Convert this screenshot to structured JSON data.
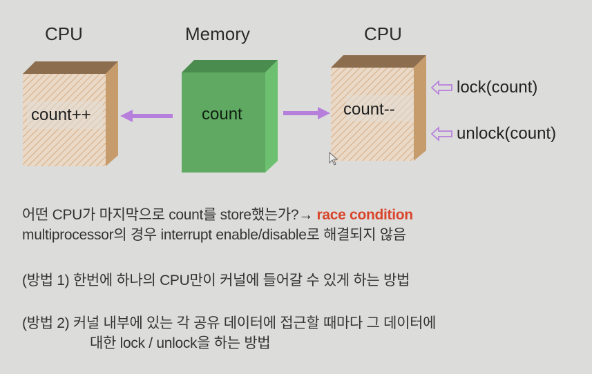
{
  "diagram": {
    "left_cpu": {
      "title": "CPU",
      "label": "count++"
    },
    "memory": {
      "title": "Memory",
      "label": "count"
    },
    "right_cpu": {
      "title": "CPU",
      "label": "count--"
    },
    "right_annotations": [
      {
        "label": "lock(count)",
        "icon": "hollow-left-arrow-icon"
      },
      {
        "label": "unlock(count)",
        "icon": "hollow-left-arrow-icon"
      }
    ],
    "arrows": [
      {
        "from": "memory",
        "to": "left_cpu",
        "icon": "left-arrow-icon"
      },
      {
        "from": "memory",
        "to": "right_cpu",
        "icon": "right-arrow-icon"
      }
    ],
    "colors": {
      "cpu_front": "#e9d9c6",
      "cpu_hatch": "#d7b08a",
      "cpu_top": "#8c6e4e",
      "cpu_side": "#c79c6c",
      "memory_front": "#5fa962",
      "memory_top": "#4a8b4e",
      "memory_side": "#6cc06f",
      "arrow": "#b67fdc",
      "highlight": "#d9442a"
    }
  },
  "text": {
    "line1": {
      "prefix": "어떤 CPU가 마지막으로 count를 store했는가?",
      "arrow": "→",
      "highlight": "race condition"
    },
    "line2": "multiprocessor의 경우 interrupt enable/disable로 해결되지 않음",
    "method1": "(방법 1) 한번에 하나의 CPU만이 커널에 들어갈 수 있게 하는 방법",
    "method2_line1": "(방법 2) 커널 내부에 있는 각 공유 데이터에 접근할 때마다 그 데이터에",
    "method2_line2": "대한 lock / unlock을 하는 방법"
  }
}
